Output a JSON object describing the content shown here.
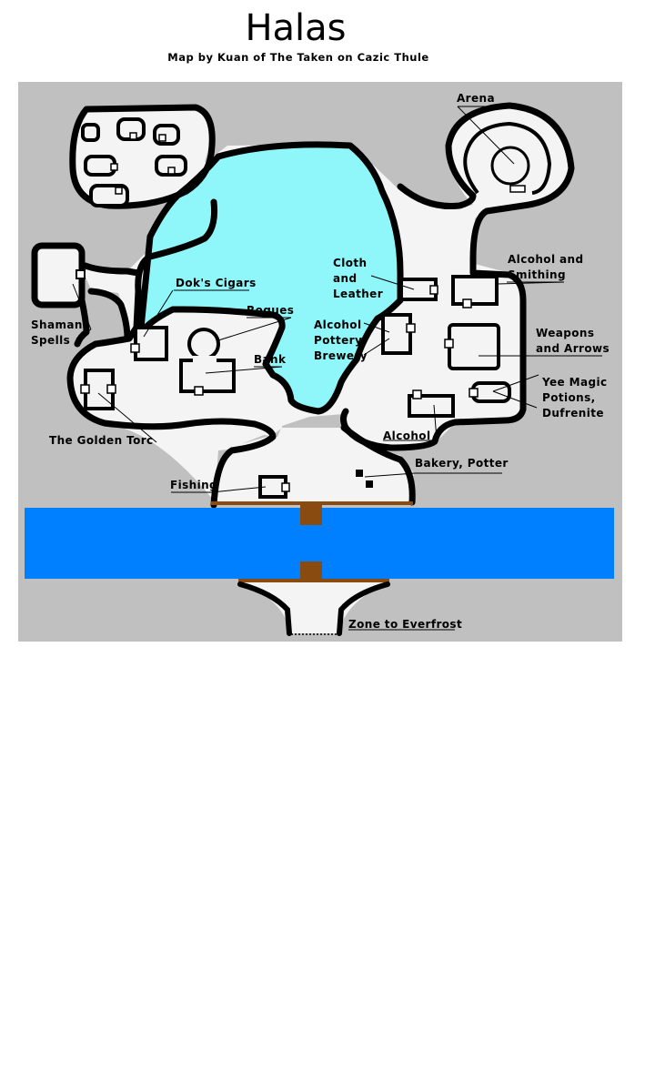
{
  "title": "Halas",
  "subtitle": "Map by Kuan of The Taken on Cazic Thule",
  "colors": {
    "background": "#c0c0c0",
    "ground": "#f4f4f4",
    "lake": "#8ff7fa",
    "river": "#0080ff",
    "bridge": "#8a4b10",
    "outline": "#000000"
  },
  "labels": {
    "arena": "Arena",
    "alcohol_smithing": [
      "Alcohol and",
      "Smithing"
    ],
    "cloth_leather": [
      "Cloth",
      "and",
      "Leather"
    ],
    "doks_cigars": "Dok's Cigars",
    "rogues": "Rogues",
    "alcohol_pottery_brewery": [
      "Alcohol",
      "Pottery",
      "Brewery"
    ],
    "shaman_spells": [
      "Shaman",
      "Spells"
    ],
    "bank": "Bank",
    "weapons_arrows": [
      "Weapons",
      "and Arrows"
    ],
    "yee_magic": [
      "Yee Magic",
      "Potions,",
      "Dufrenite"
    ],
    "golden_torc": "The Golden Torc",
    "alcohol": "Alcohol",
    "bakery_potter": "Bakery, Potter",
    "fishing": "Fishing",
    "zone_everfrost": "Zone to Everfrost"
  }
}
